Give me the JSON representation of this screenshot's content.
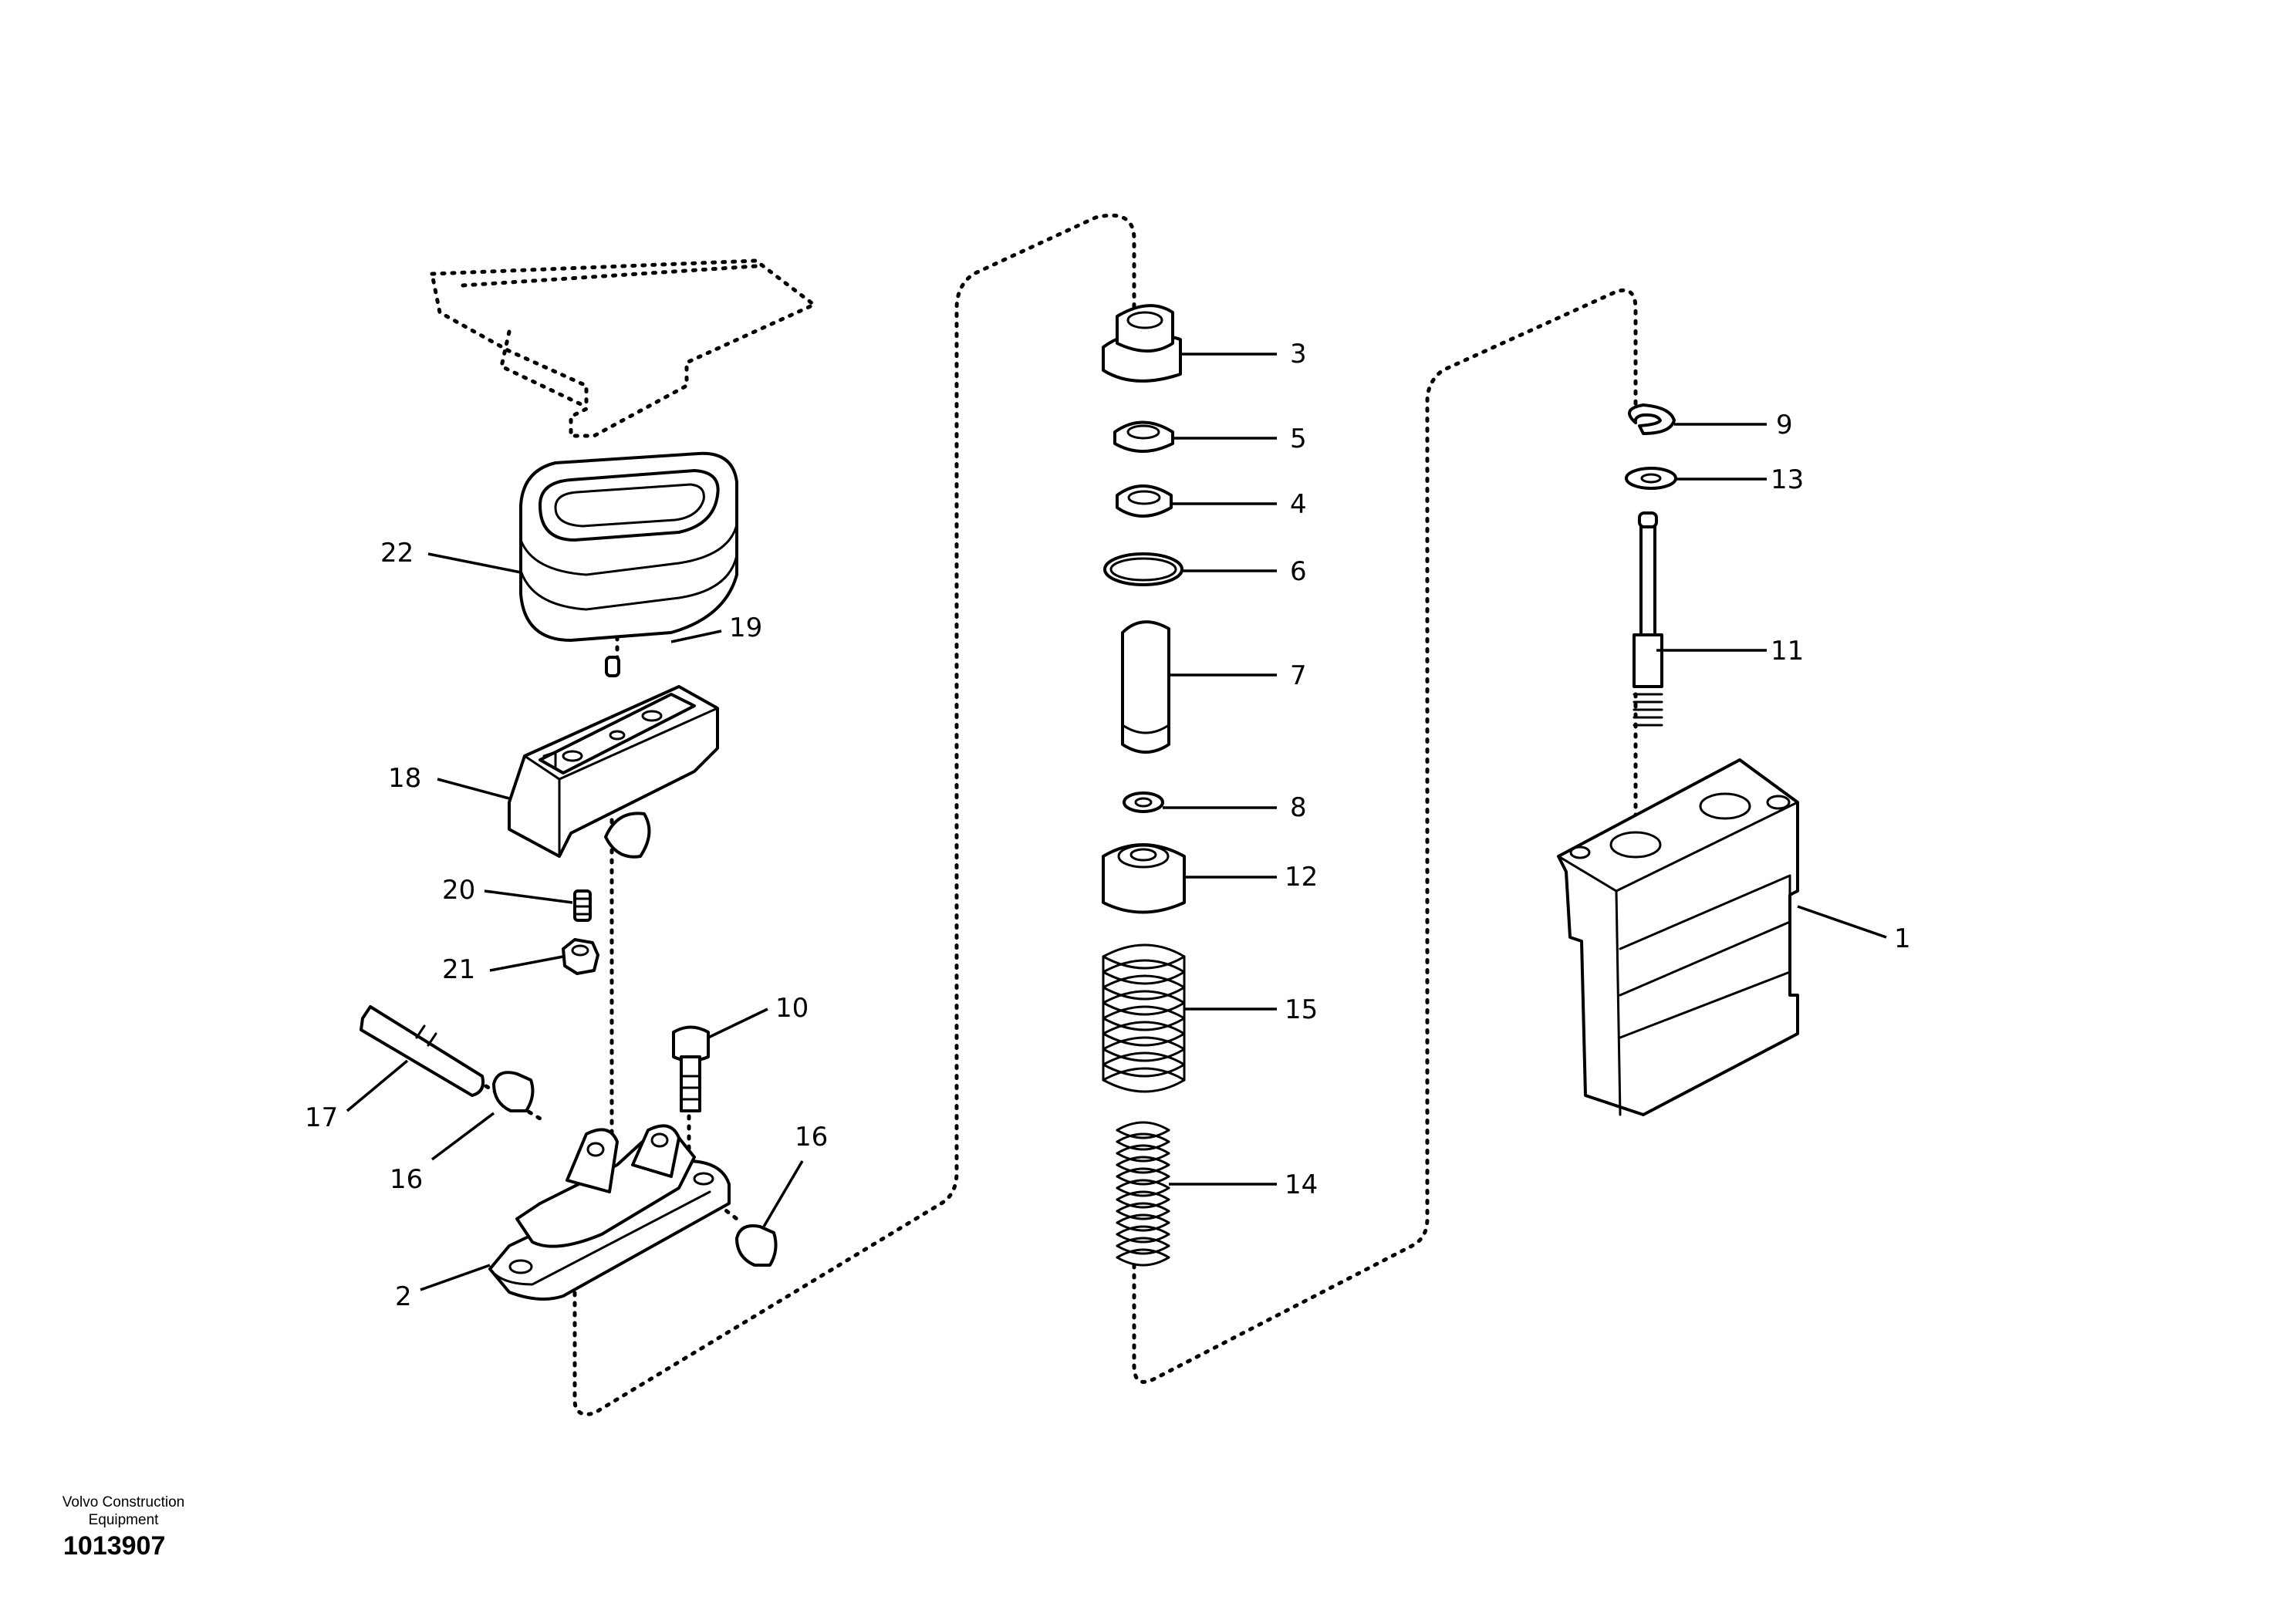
{
  "footer": {
    "maker_line1": "Volvo Construction",
    "maker_line2": "Equipment",
    "reference": "1013907"
  },
  "callouts": {
    "c1": "1",
    "c2": "2",
    "c3": "3",
    "c4": "4",
    "c5": "5",
    "c6": "6",
    "c7": "7",
    "c8": "8",
    "c9": "9",
    "c10": "10",
    "c11": "11",
    "c12": "12",
    "c13": "13",
    "c14": "14",
    "c15": "15",
    "c16a": "16",
    "c16b": "16",
    "c17": "17",
    "c18": "18",
    "c19": "19",
    "c20": "20",
    "c21": "21",
    "c22": "22"
  }
}
